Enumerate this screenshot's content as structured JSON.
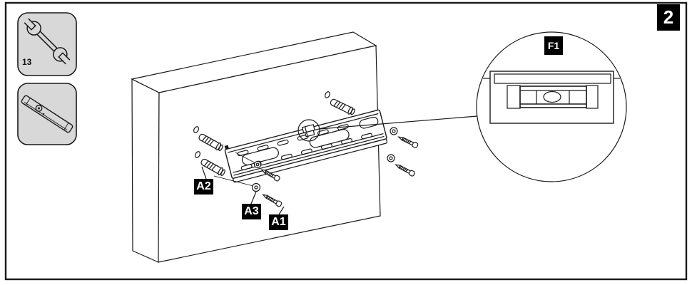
{
  "step": {
    "number": "2"
  },
  "tools": {
    "wrench": {
      "label": "13",
      "icon": "open-end-wrench-icon"
    },
    "level": {
      "icon": "spirit-level-icon"
    }
  },
  "labels": {
    "a1": "A1",
    "a2": "A2",
    "a3": "A3",
    "f1": "F1"
  },
  "diagram": {
    "description_parts": [
      "wall",
      "mounting-rail-bracket",
      "wall-anchors",
      "washers",
      "screws",
      "spirit-level-detail-magnifier"
    ],
    "colors": {
      "line": "#1a1a1a",
      "panel_fill": "#d8d8d8",
      "label_bg": "#000000",
      "label_fg": "#ffffff",
      "background": "#ffffff"
    }
  }
}
